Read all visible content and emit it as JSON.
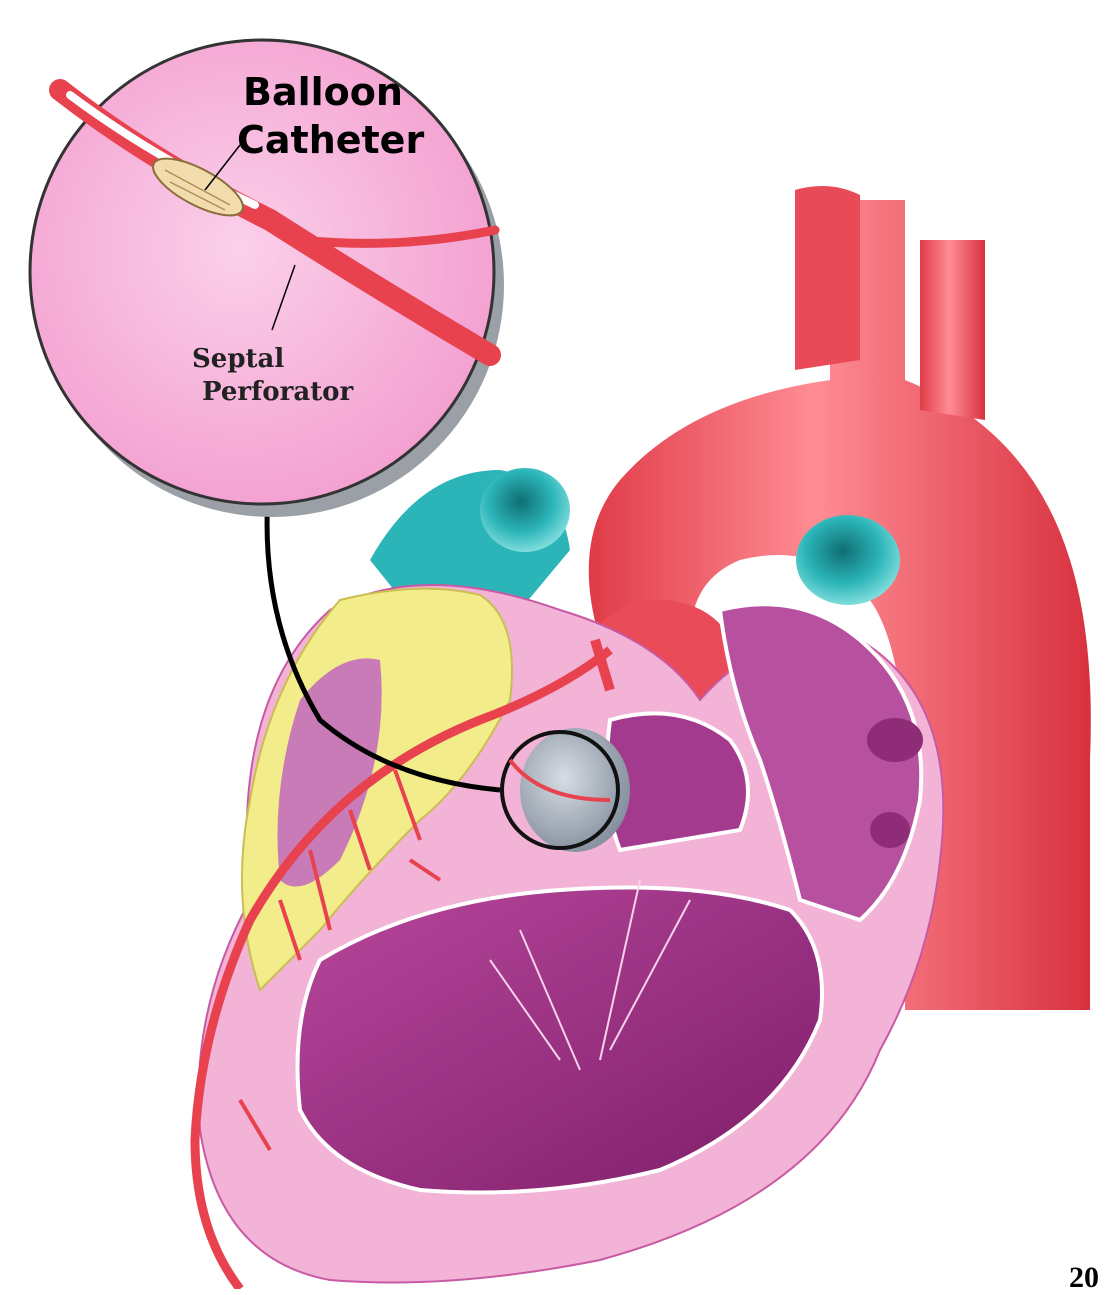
{
  "labels": {
    "balloon_line1": "Balloon",
    "balloon_line2": "Catheter",
    "septal_line1": "Septal",
    "septal_line2": "Perforator"
  },
  "page_number": "20",
  "colors": {
    "artery_red": "#e8424f",
    "vein_teal": "#2bb5b8",
    "myocardium_pink": "#f2b3d6",
    "chamber_purple": "#9c2f83",
    "fat_yellow": "#f3ec8a",
    "inset_bg": "#f7b7dc"
  }
}
